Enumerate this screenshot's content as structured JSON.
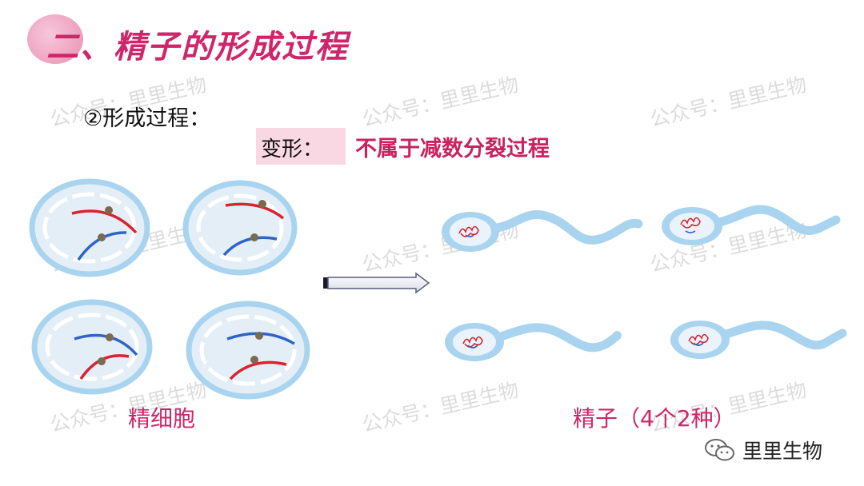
{
  "title": "二、精子的形成过程",
  "subtitle": "②形成过程：",
  "tag": {
    "label": "变形：",
    "text": "不属于减数分裂过程"
  },
  "labels": {
    "cells": "精细胞",
    "sperm": "精子（4个2种）"
  },
  "watermark": "公众号：里里生物",
  "brand": "里里生物",
  "colors": {
    "accent": "#d0256a",
    "cell_blue": "#a8d4f0",
    "chrom_red": "#d9232f",
    "chrom_blue": "#2f63c8"
  }
}
